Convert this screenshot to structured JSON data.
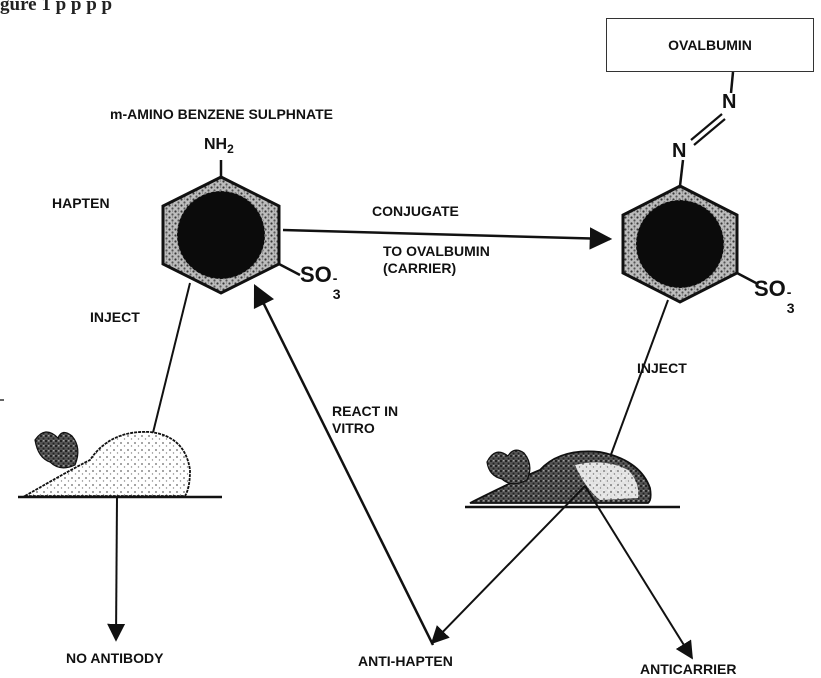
{
  "caption_fragment": "gure 1 p p p p",
  "left_molecule": {
    "title": "m-AMINO BENZENE SULPHNATE",
    "amino_main": "NH",
    "amino_sub": "2",
    "group_main": "SO",
    "group_sub": "3",
    "group_charge": "-",
    "role_label": "HAPTEN"
  },
  "right_molecule": {
    "carrier_box": "OVALBUMIN",
    "n_top": "N",
    "n_bottom": "N",
    "group_main": "SO",
    "group_sub": "3",
    "group_charge": "-"
  },
  "arrows": {
    "conjugate": "CONJUGATE",
    "to_ovalbumin_line1": "TO OVALBUMIN",
    "to_ovalbumin_line2": "(CARRIER)",
    "inject_left": "INJECT",
    "inject_right": "INJECT",
    "react_line1": "REACT IN",
    "react_line2": "VITRO"
  },
  "outcomes": {
    "no_antibody": "NO ANTIBODY",
    "anti_hapten": "ANTI-HAPTEN",
    "anticarrier": "ANTICARRIER"
  },
  "colors": {
    "ink": "#111111",
    "ring_fill": "#0b0b0b",
    "stipple_light": "#cfcfcf",
    "stipple_dark": "#3a3a3a"
  }
}
